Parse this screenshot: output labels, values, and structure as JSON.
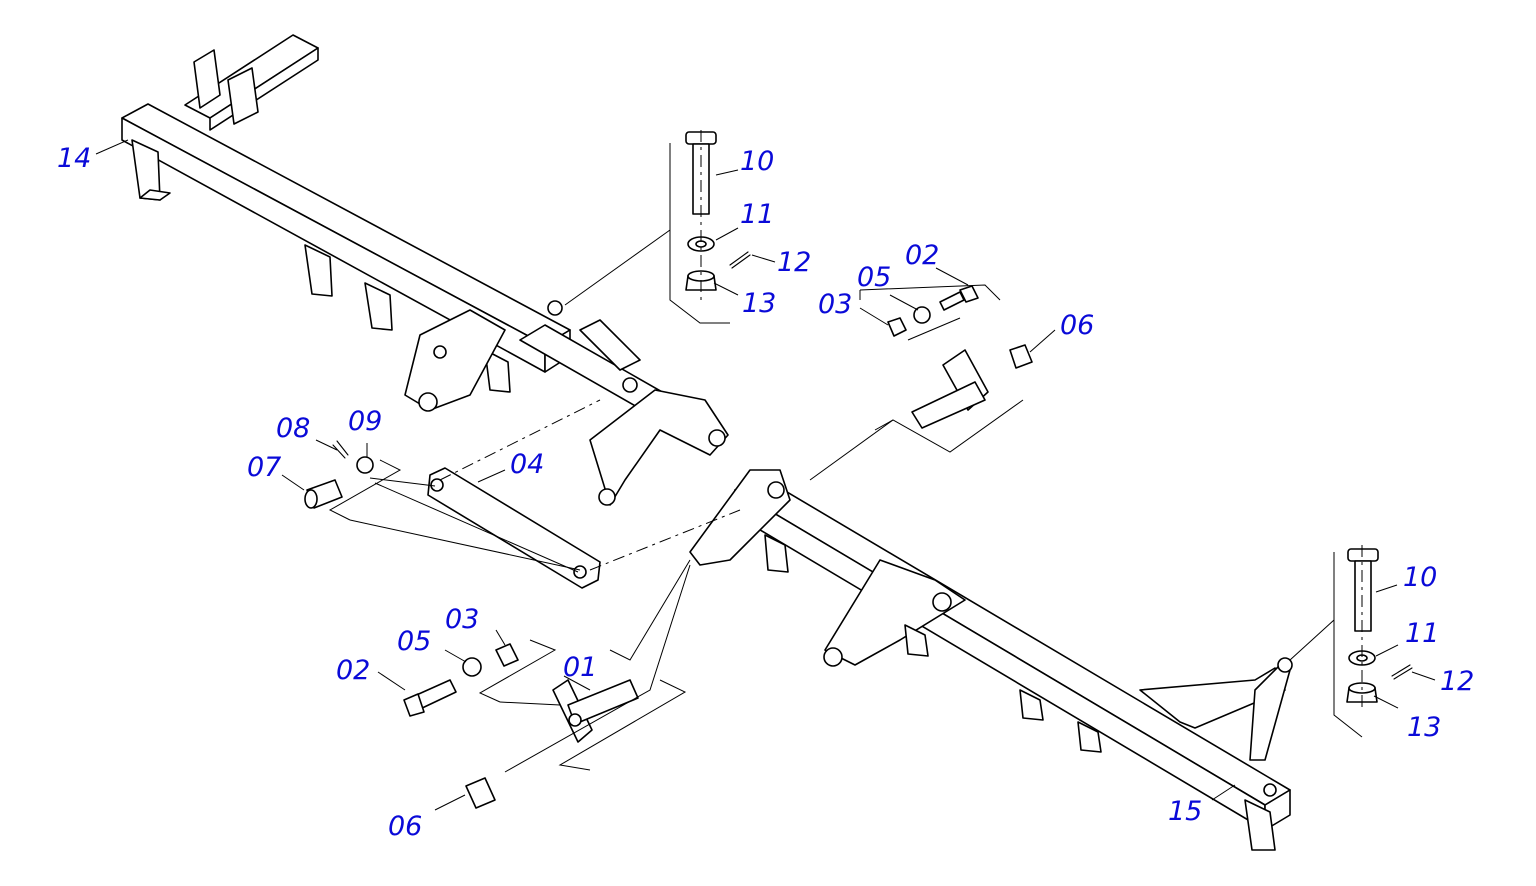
{
  "label_color": "#0a0ad8",
  "line_color": "#000000",
  "callouts": {
    "c14": "14",
    "c10a": "10",
    "c11a": "11",
    "c12a": "12",
    "c13a": "13",
    "c02a": "02",
    "c05a": "05",
    "c03a": "03",
    "c06a": "06",
    "c08": "08",
    "c09": "09",
    "c07": "07",
    "c04": "04",
    "c10b": "10",
    "c11b": "11",
    "c12b": "12",
    "c13b": "13",
    "c03b": "03",
    "c05b": "05",
    "c01": "01",
    "c02b": "02",
    "c06b": "06",
    "c15": "15"
  }
}
